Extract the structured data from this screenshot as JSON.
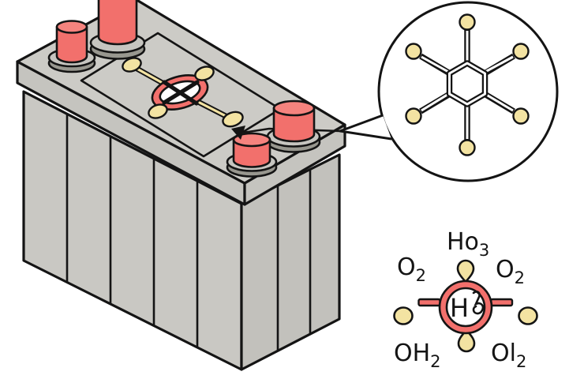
{
  "colors": {
    "red": "#f2706c",
    "red_light": "#f5837e",
    "yellow": "#f3e3a2",
    "gray_top": "#cccbc6",
    "gray_band": "#c5c4bf",
    "gray_body": "#c9c8c3",
    "gray_body_right": "#c2c1bc",
    "gray_ring_top": "#c6c5c0",
    "gray_ring_band": "#98978f",
    "outline": "#141414",
    "background": "#ffffff"
  },
  "battery": {
    "terminal_count": 4,
    "left_face_cells": 5,
    "right_face_cells": 3
  },
  "magnifier": {
    "atom_count": 6,
    "bond_count": 6
  },
  "reaction_diagram": {
    "top_label": {
      "main": "Ho",
      "sub": "3"
    },
    "left_label": {
      "main": "O",
      "sub": "2"
    },
    "right_label": {
      "main": "O",
      "sub": "2"
    },
    "bottom_left_label": {
      "main": "OH",
      "sub": "2"
    },
    "bottom_right_label": {
      "main": "Ol",
      "sub": "2"
    },
    "center_label": "H"
  }
}
